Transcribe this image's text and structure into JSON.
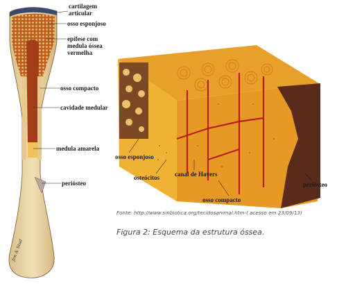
{
  "left_diagram": {
    "labels": {
      "cartilage": [
        "cartilagem",
        "articular"
      ],
      "spongy": "osso esponjoso",
      "epiphysis": [
        "epífese com",
        "medula óssea",
        "vermelha"
      ],
      "compact": "osso compacto",
      "cavity": "cavidade medular",
      "yellow": "medula amarela",
      "periosteum": "periósteo"
    },
    "signature": "Jim & Stud"
  },
  "right_diagram": {
    "labels": {
      "spongy": "osso esponjoso",
      "osteocytes": "osteócitos",
      "havers": "canal de Havers",
      "compact": "osso compacto",
      "periosteum": "periósteo"
    }
  },
  "source": "Fonte: http://www.sinbiotica.org/tecidosanimal.htm-( acesso em 23/09/13)",
  "caption": "Figura 2: Esquema da estrutura óssea.",
  "colors": {
    "bone": "#ecd7a8",
    "spongy": "#c2621f",
    "marrow_cavity": "#a33d18",
    "compact_face": "#e8a52a",
    "canal": "#b81d18",
    "periosteum": "#5a2a1a"
  }
}
